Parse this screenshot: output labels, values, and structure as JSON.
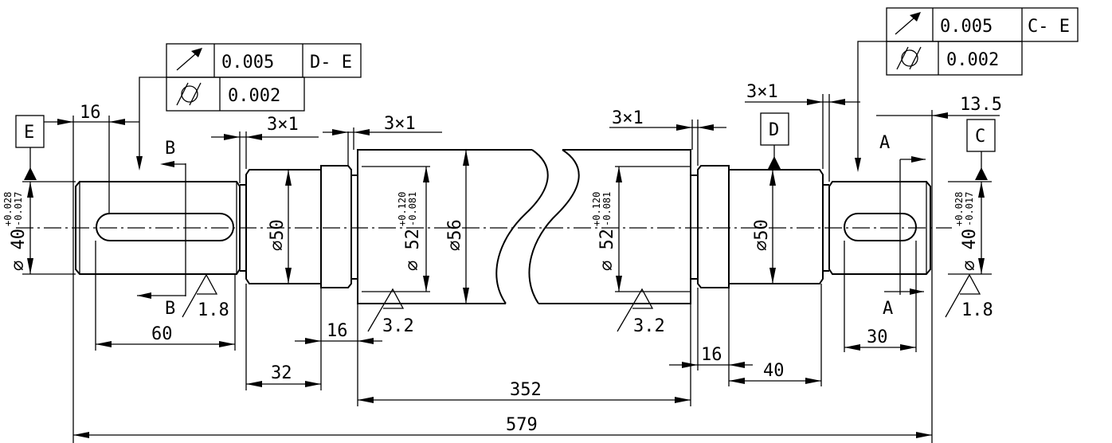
{
  "dimensions": {
    "d_16_left": "16",
    "d_3x1_a": "3×1",
    "d_3x1_b": "3×1",
    "d_3x1_c": "3×1",
    "d_3x1_d": "3×1",
    "d_13_5": "13.5",
    "d_60": "60",
    "d_32": "32",
    "d_16_mid": "16",
    "d_352": "352",
    "d_579": "579",
    "d_16_right": "16",
    "d_40": "40",
    "d_30": "30",
    "dia_40_left": "∅ 40",
    "dia_40_right": "∅ 40",
    "tol_40_upper": "+0.028",
    "tol_40_lower": "-0.017",
    "dia_50_left": "∅50",
    "dia_50_right": "∅50",
    "dia_52_left": "∅ 52",
    "dia_52_right": "∅ 52",
    "tol_52_upper": "+0.120",
    "tol_52_lower": "-0.081",
    "dia_56": "∅56"
  },
  "datums": {
    "E": "E",
    "D": "D",
    "C": "C"
  },
  "sections": {
    "B_top": "B",
    "B_bottom": "B",
    "A_top": "A",
    "A_bottom": "A"
  },
  "roughness": {
    "left": "1.8",
    "mid_left": "3.2",
    "mid_right": "3.2",
    "right": "1.8"
  },
  "fcf_left": {
    "runout_value": "0.005",
    "runout_ref": "D- E",
    "cyl_value": "0.002"
  },
  "fcf_right": {
    "runout_value": "0.005",
    "runout_ref": "C- E",
    "cyl_value": "0.002"
  },
  "icons": [
    "circular-runout-symbol",
    "cylindricity-symbol",
    "datum-triangle",
    "surface-roughness-symbol"
  ]
}
